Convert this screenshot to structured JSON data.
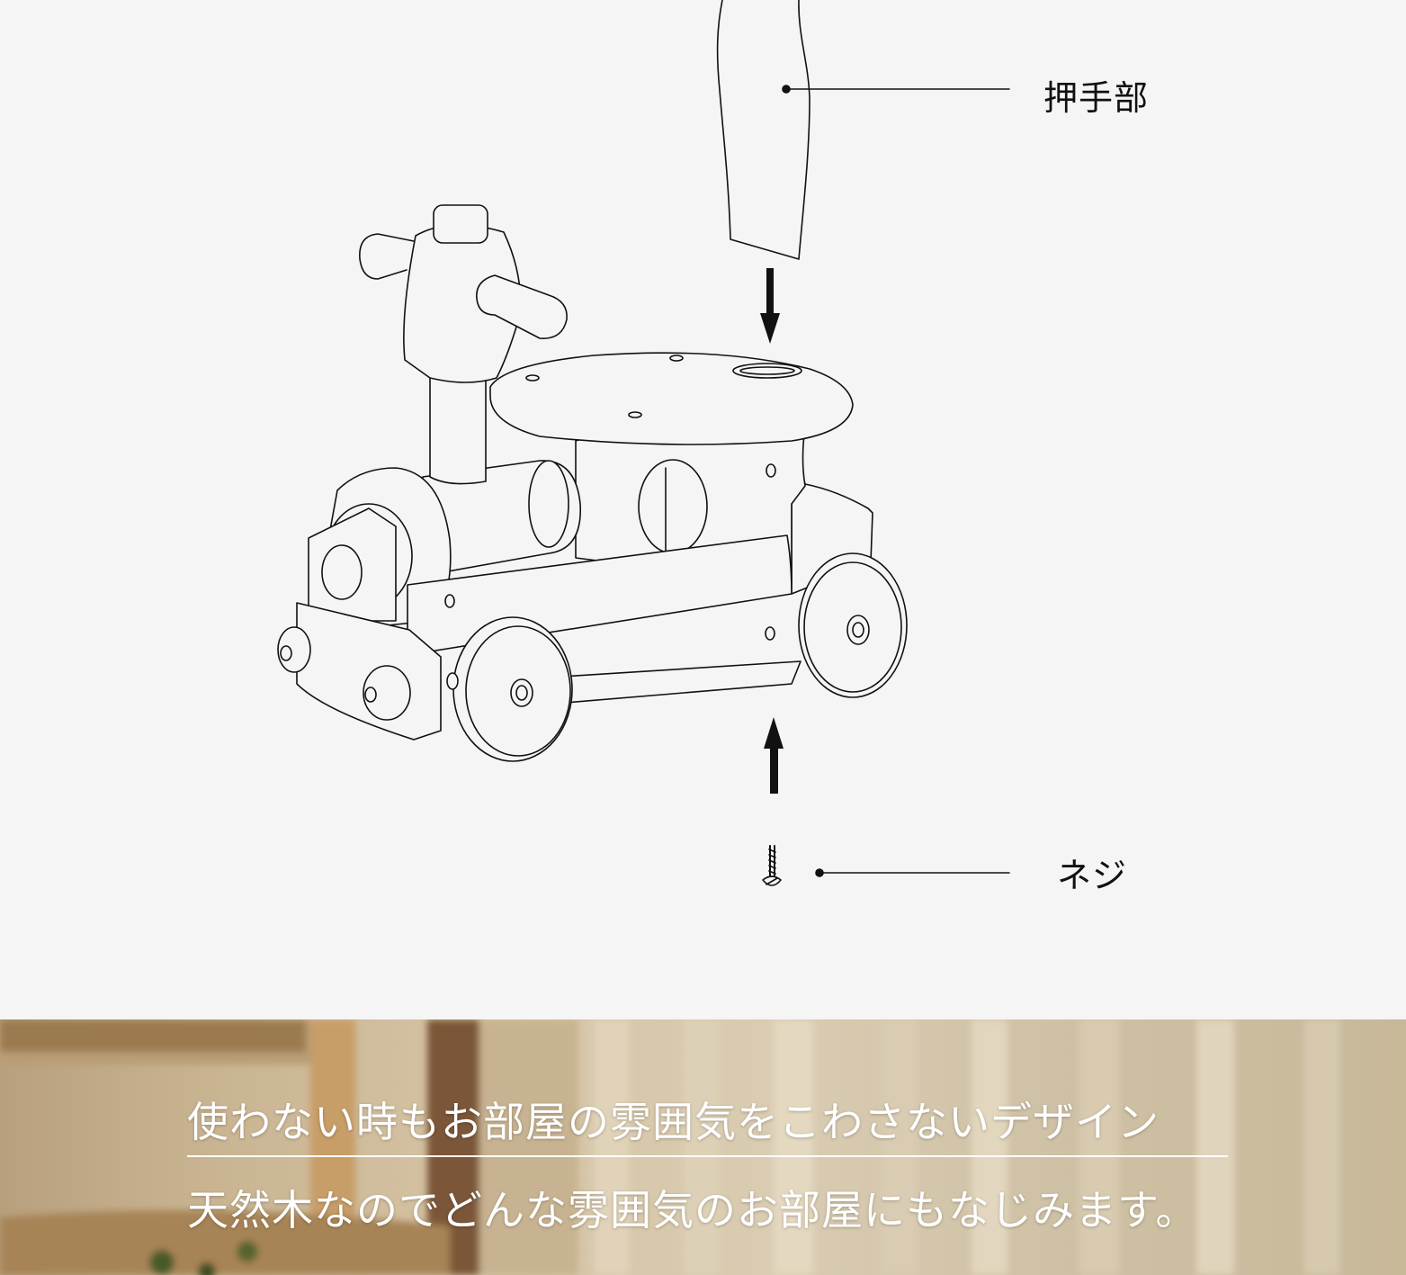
{
  "diagram": {
    "labels": {
      "handle": "押手部",
      "screw": "ネジ"
    }
  },
  "banner": {
    "caption_line1": "使わない時もお部屋の雰囲気をこわさないデザイン",
    "caption_line2": "天然木なのでどんな雰囲気のお部屋にもなじみます。"
  },
  "colors": {
    "diagram_background": "#f5f5f5",
    "line": "#111111",
    "caption_text": "#ffffff"
  }
}
